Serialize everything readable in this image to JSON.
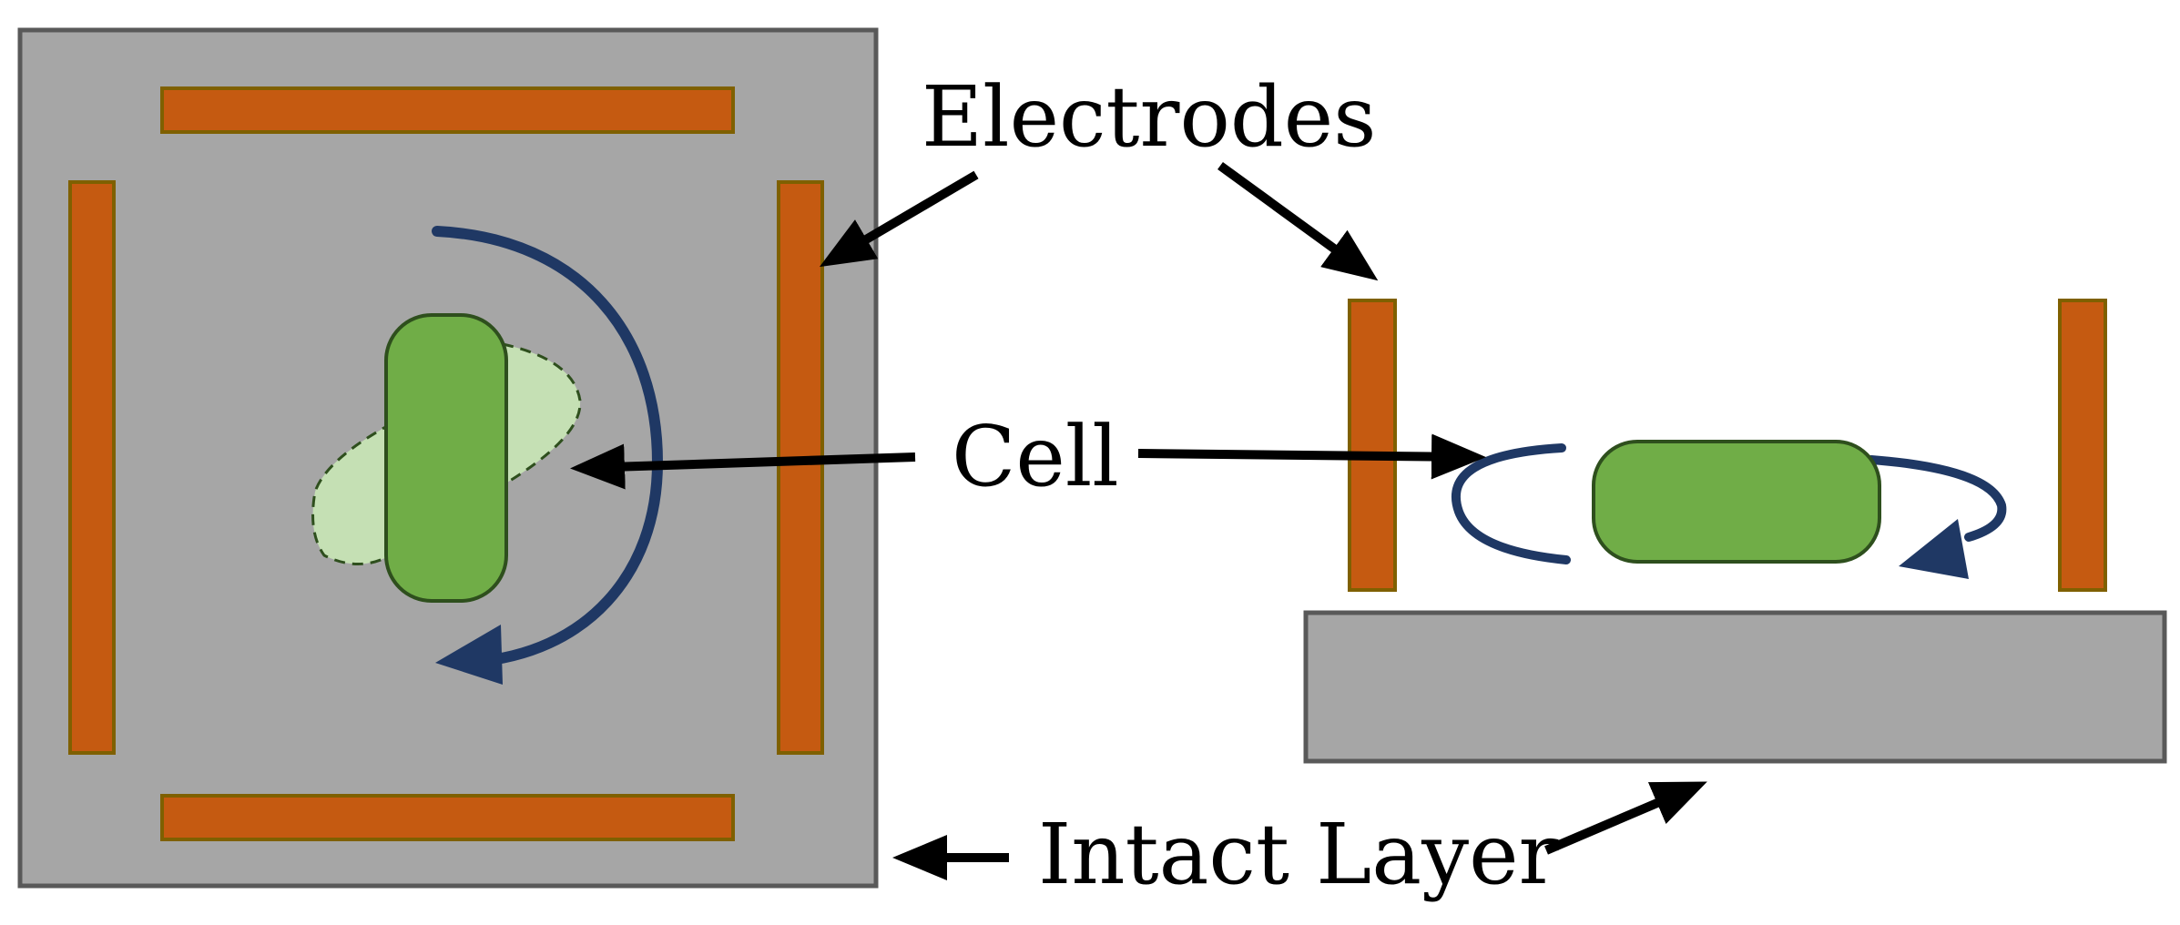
{
  "labels": {
    "electrodes": "Electrodes",
    "cell": "Cell",
    "intact_layer": "Intact Layer"
  },
  "colors": {
    "layer_fill": "#a6a6a6",
    "layer_stroke": "#595959",
    "electrode_fill": "#c55a11",
    "electrode_stroke": "#7f6000",
    "cell_fill": "#70ad47",
    "cell_ghost_fill": "#c5e0b4",
    "cell_stroke": "#2e4f1d",
    "rotation_arrow": "#1f3864",
    "pointer_arrow": "#000000"
  },
  "icons": {
    "rotation": "curved-rotation-arrow",
    "pointer": "straight-pointer-arrow"
  }
}
